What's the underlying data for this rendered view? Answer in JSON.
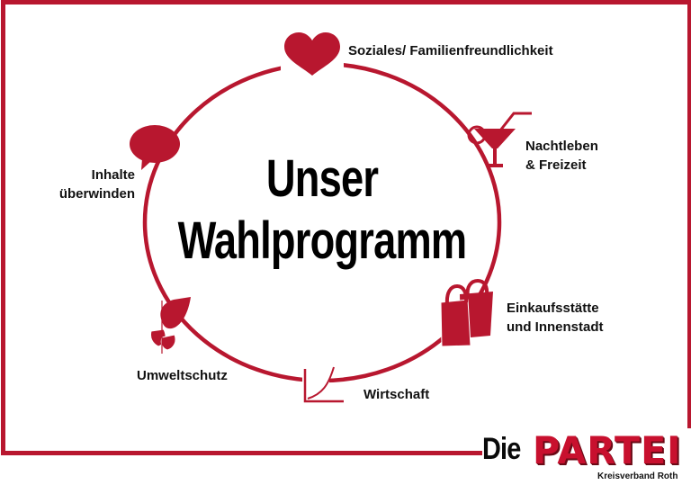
{
  "title": {
    "line1": "Unser",
    "line2": "Wahlprogramm"
  },
  "topics": [
    {
      "id": "soziales",
      "label_lines": [
        "Soziales/ Familienfreundlichkeit"
      ],
      "icon": "heart-icon"
    },
    {
      "id": "nachtleben",
      "label_lines": [
        "Nachtleben",
        "& Freizeit"
      ],
      "icon": "cocktail-glass-icon"
    },
    {
      "id": "einkauf",
      "label_lines": [
        "Einkaufsstätte",
        "und Innenstadt"
      ],
      "icon": "shopping-bags-icon"
    },
    {
      "id": "wirtschaft",
      "label_lines": [
        "Wirtschaft"
      ],
      "icon": "growth-chart-icon"
    },
    {
      "id": "umwelt",
      "label_lines": [
        "Umweltschutz"
      ],
      "icon": "leaves-icon"
    },
    {
      "id": "inhalte",
      "label_lines": [
        "Inhalte",
        "überwinden"
      ],
      "icon": "speech-bubble-icon"
    }
  ],
  "logo": {
    "die": "Die",
    "partei": "PARTEI",
    "subtitle": "Kreisverband Roth"
  },
  "colors": {
    "accent": "#b8172f",
    "text": "#111111",
    "background": "#ffffff"
  }
}
